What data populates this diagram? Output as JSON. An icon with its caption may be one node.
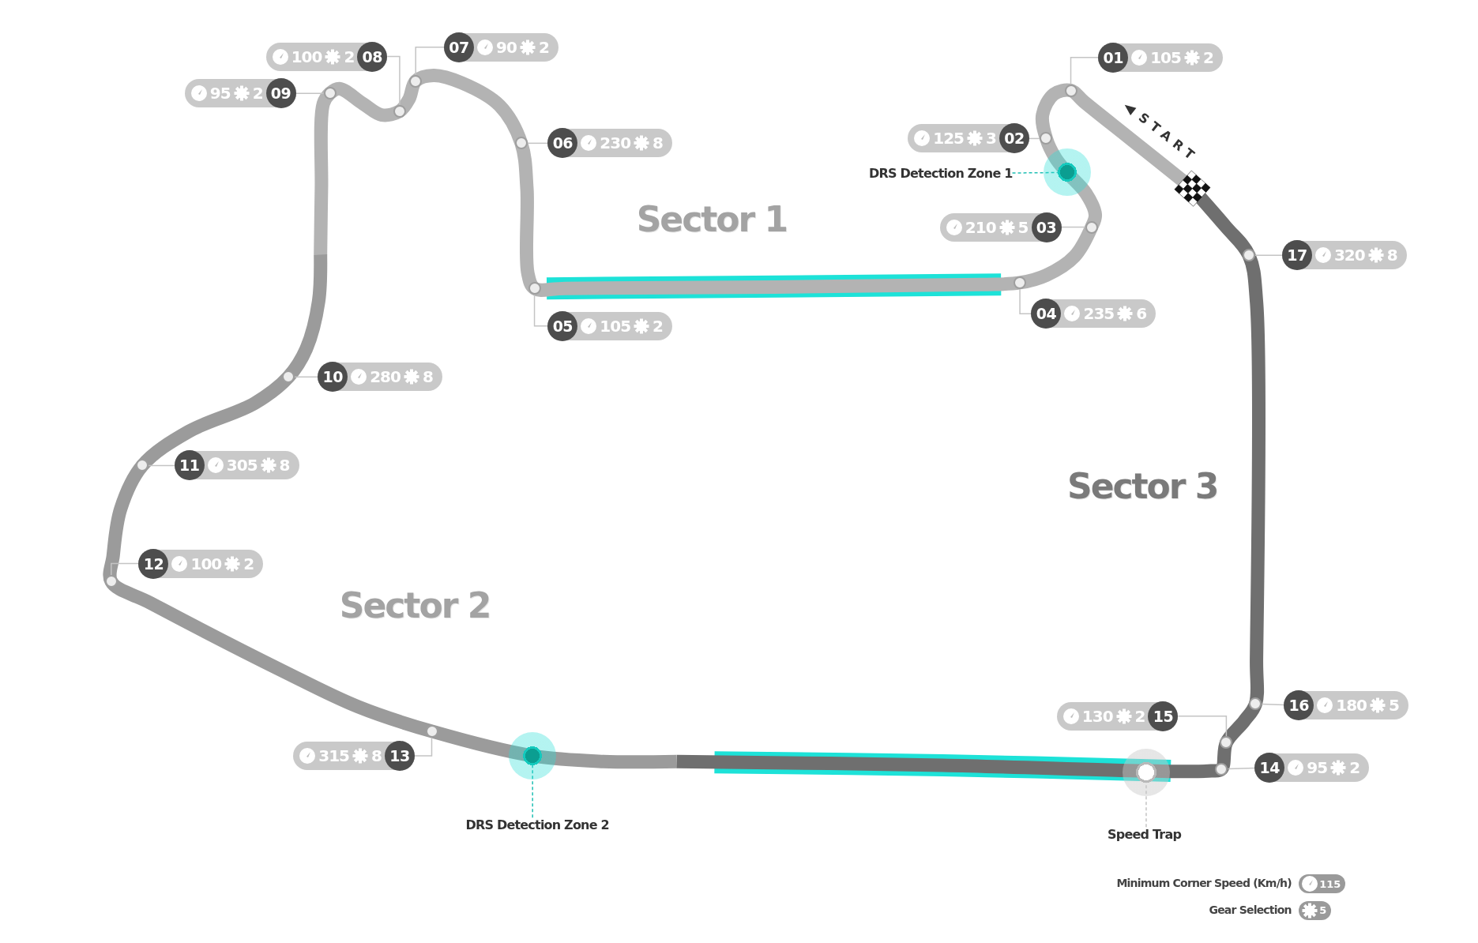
{
  "diagram": {
    "nodes": [
      {
        "text": [
          "01",
          "105",
          "2"
        ]
      },
      {
        "text": [
          "125",
          "3",
          "02"
        ]
      },
      {
        "text": [
          "210",
          "5",
          "03"
        ]
      },
      {
        "text": [
          "04",
          "235",
          "6"
        ]
      },
      {
        "text": [
          "05",
          "105",
          "2"
        ]
      },
      {
        "text": [
          "06",
          "230",
          "8"
        ]
      },
      {
        "text": [
          "07",
          "90",
          "2"
        ]
      },
      {
        "text": [
          "100",
          "2",
          "08"
        ]
      },
      {
        "text": [
          "95",
          "2",
          "09"
        ]
      },
      {
        "text": [
          "10",
          "280",
          "8"
        ]
      },
      {
        "text": [
          "11",
          "305",
          "8"
        ]
      },
      {
        "text": [
          "12",
          "100",
          "2"
        ]
      },
      {
        "text": [
          "315",
          "8",
          "13"
        ]
      },
      {
        "text": [
          "14",
          "95",
          "2"
        ]
      },
      {
        "text": [
          "130",
          "2",
          "15"
        ]
      },
      {
        "text": [
          "16",
          "180",
          "5"
        ]
      },
      {
        "text": [
          "17",
          "320",
          "8"
        ]
      },
      {
        "text": [],
        "shape": "circle"
      },
      {
        "text": [],
        "shape": "circle"
      },
      {
        "text": [],
        "shape": "circle"
      },
      {
        "text": [],
        "shape": "circle"
      },
      {
        "text": [],
        "shape": "circle"
      },
      {
        "text": [],
        "shape": "circle"
      },
      {
        "text": [],
        "shape": "circle"
      },
      {
        "text": [],
        "shape": "circle"
      },
      {
        "text": [],
        "shape": "circle"
      },
      {
        "text": [],
        "shape": "circle"
      },
      {
        "text": [],
        "shape": "circle"
      },
      {
        "text": [],
        "shape": "circle"
      },
      {
        "text": [],
        "shape": "circle"
      },
      {
        "text": [],
        "shape": "circle"
      },
      {
        "text": [],
        "shape": "circle"
      },
      {
        "text": [],
        "shape": "circle"
      },
      {
        "text": [],
        "shape": "circle"
      },
      {
        "text": [
          "DRS Detection Zone 1"
        ]
      },
      {
        "text": [],
        "shape": "circle"
      },
      {
        "text": [
          "DRS Detection Zone 2"
        ]
      },
      {
        "text": [],
        "shape": "circle"
      },
      {
        "text": [
          "Speed Trap"
        ]
      },
      {
        "text": [],
        "shape": "circle"
      }
    ],
    "edges": [
      {
        "from": 0,
        "to": 17,
        "arrow": "none"
      },
      {
        "from": 1,
        "to": 18,
        "arrow": "none"
      },
      {
        "from": 2,
        "to": 19,
        "arrow": "none"
      },
      {
        "from": 3,
        "to": 20,
        "arrow": "none"
      },
      {
        "from": 4,
        "to": 21,
        "arrow": "none"
      },
      {
        "from": 5,
        "to": 22,
        "arrow": "none"
      },
      {
        "from": 6,
        "to": 23,
        "arrow": "none"
      },
      {
        "from": 7,
        "to": 24,
        "arrow": "none"
      },
      {
        "from": 8,
        "to": 25,
        "arrow": "none"
      },
      {
        "from": 9,
        "to": 26,
        "arrow": "none"
      },
      {
        "from": 10,
        "to": 27,
        "arrow": "none"
      },
      {
        "from": 11,
        "to": 28,
        "arrow": "none"
      },
      {
        "from": 12,
        "to": 29,
        "arrow": "none"
      },
      {
        "from": 13,
        "to": 30,
        "arrow": "none"
      },
      {
        "from": 14,
        "to": 31,
        "arrow": "none"
      },
      {
        "from": 15,
        "to": 32,
        "arrow": "none"
      },
      {
        "from": 16,
        "to": 33,
        "arrow": "none"
      },
      {
        "from": 34,
        "to": 35,
        "arrow": "none",
        "style": "dashed",
        "color": "#1fbfb4"
      },
      {
        "from": 36,
        "to": 37,
        "arrow": "none",
        "style": "dashed",
        "color": "#1fbfb4"
      },
      {
        "from": 38,
        "to": 39,
        "arrow": "none",
        "style": "dashed"
      }
    ],
    "labels": [
      "START",
      "Sector 1",
      "Sector 3",
      "Sector 2",
      "115",
      "5"
    ],
    "legend": [
      {
        "text": "Minimum Corner Speed (Km/h)"
      },
      {
        "text": "Gear Selection"
      }
    ]
  }
}
